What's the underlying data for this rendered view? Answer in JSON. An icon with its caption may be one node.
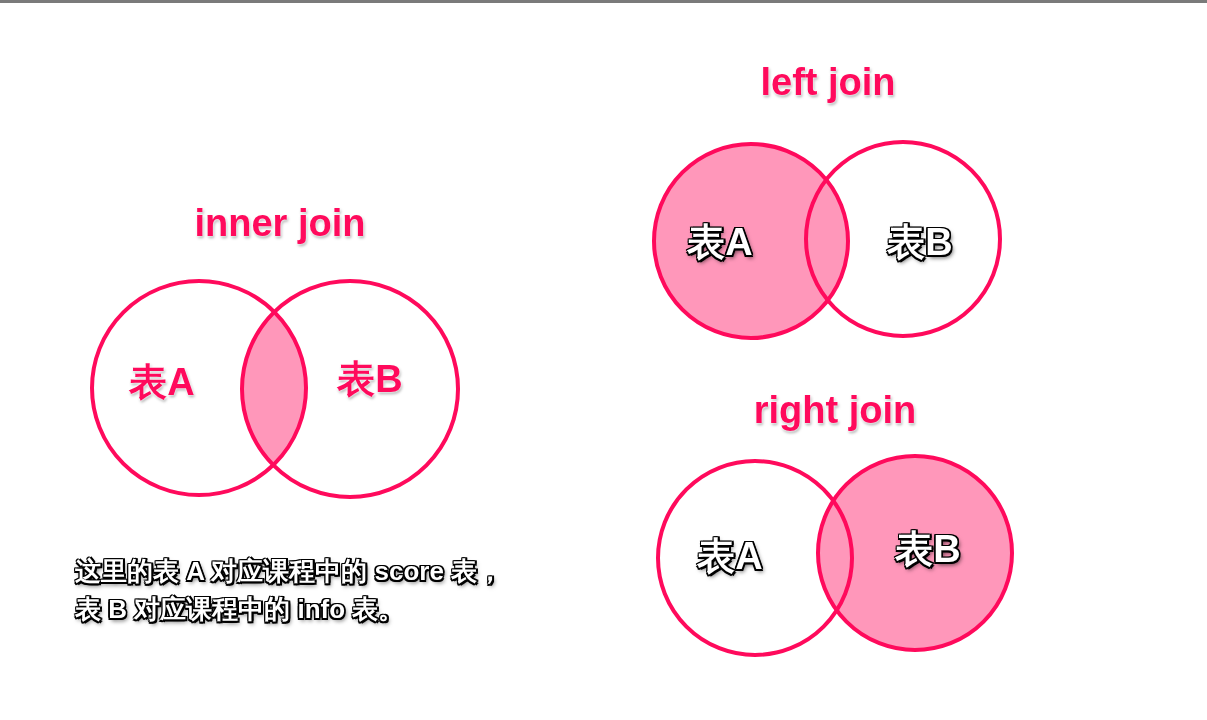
{
  "diagram": {
    "nodes": [
      {
        "text": [
          "表A"
        ]
      },
      {
        "text": [
          "表B"
        ]
      },
      {
        "text": [
          "表A"
        ]
      },
      {
        "text": [],
        "shape": "lens"
      },
      {
        "text": [
          "表B"
        ]
      },
      {
        "text": [
          "表A"
        ]
      },
      {
        "text": [
          "表B"
        ]
      }
    ],
    "labels": [
      "left join",
      "inner join",
      "right join",
      "这里的表 A 对应课程中的 score 表，表 B 对应课程中的 info 表。"
    ]
  }
}
